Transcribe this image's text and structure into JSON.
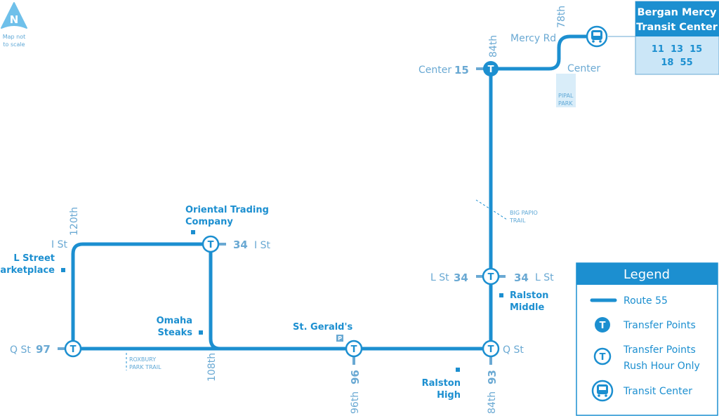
{
  "north": {
    "letter": "N",
    "note_line1": "Map not",
    "note_line2": "to scale"
  },
  "colors": {
    "route": "#1c8fd0",
    "light_route": "#6aa9d3",
    "panel": "#cbe6f7",
    "header": "#1c8fd0"
  },
  "transit_center": {
    "title_line1": "Bergan Mercy",
    "title_line2": "Transit Center",
    "routes_line1": "11  13  15",
    "routes_line2": "18  55"
  },
  "streets": {
    "mercy_rd": "Mercy Rd",
    "seventy_eighth": "78th",
    "center_east": "Center",
    "center_west": "Center",
    "eighty_fourth_top": "84th",
    "pipal_line1": "PIPAL",
    "pipal_line2": "PARK",
    "big_papio_line1": "BIG PAPIO",
    "big_papio_line2": "TRAIL",
    "l_st_west": "L St",
    "l_st_east": "L St",
    "i_st_west": "I St",
    "i_st_east": "I St",
    "one_twentieth": "120th",
    "q_st_west": "Q St",
    "q_st_east": "Q St",
    "roxbury_line1": "ROXBURY",
    "roxbury_line2": "PARK TRAIL",
    "one_oh_eighth": "108th",
    "ninety_sixth": "96th",
    "eighty_fourth_bottom": "84th"
  },
  "routes": {
    "fifteen": "15",
    "thirty_four_l_west": "34",
    "thirty_four_l_east": "34",
    "thirty_four_i": "34",
    "ninety_seven": "97",
    "ninety_six": "96",
    "ninety_three": "93"
  },
  "places": {
    "oriental_line1": "Oriental Trading",
    "oriental_line2": "Company",
    "l_street_line1": "L Street",
    "l_street_line2": "Marketplace",
    "ralston_middle_line1": "Ralston",
    "ralston_middle_line2": "Middle",
    "omaha_line1": "Omaha",
    "omaha_line2": "Steaks",
    "st_geralds": "St. Gerald's",
    "parking": "P",
    "ralston_high_line1": "Ralston",
    "ralston_high_line2": "High"
  },
  "legend": {
    "title": "Legend",
    "route_line": "Route 55",
    "transfer": "Transfer Points",
    "rush_line1": "Transfer Points",
    "rush_line2": "Rush Hour Only",
    "transit_center": "Transit Center"
  },
  "icons": {
    "transfer": "T",
    "bus": "bus-icon",
    "north": "north-arrow-icon"
  }
}
